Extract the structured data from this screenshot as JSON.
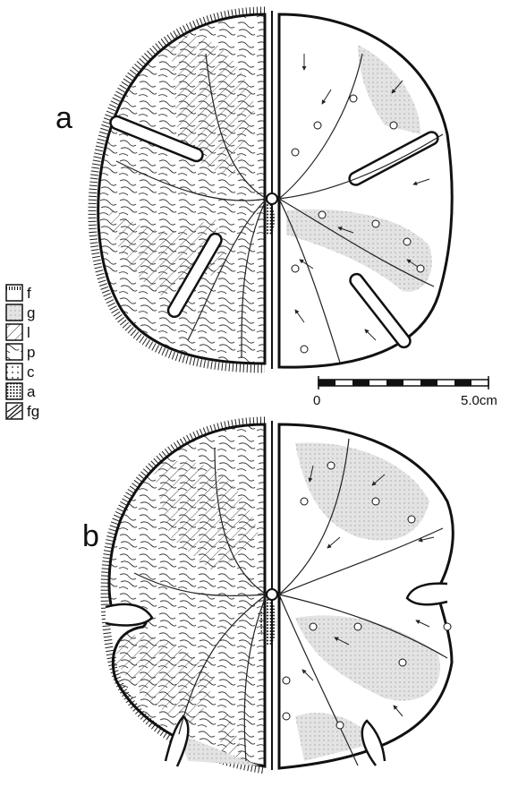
{
  "panels": [
    {
      "id": "a",
      "letter": "a"
    },
    {
      "id": "b",
      "letter": "b"
    }
  ],
  "legend": [
    {
      "code": "f",
      "pattern": "fringe"
    },
    {
      "code": "g",
      "pattern": "gray"
    },
    {
      "code": "l",
      "pattern": "hatch"
    },
    {
      "code": "p",
      "pattern": "maze"
    },
    {
      "code": "c",
      "pattern": "dots-sparse"
    },
    {
      "code": "a",
      "pattern": "dots-dense"
    },
    {
      "code": "fg",
      "pattern": "furrow"
    }
  ],
  "scale_bar": {
    "start_label": "0",
    "end_label": "5.0cm"
  },
  "colors": {
    "ink": "#111111",
    "gray_fill": "#dcdcdc",
    "paper": "#ffffff"
  }
}
